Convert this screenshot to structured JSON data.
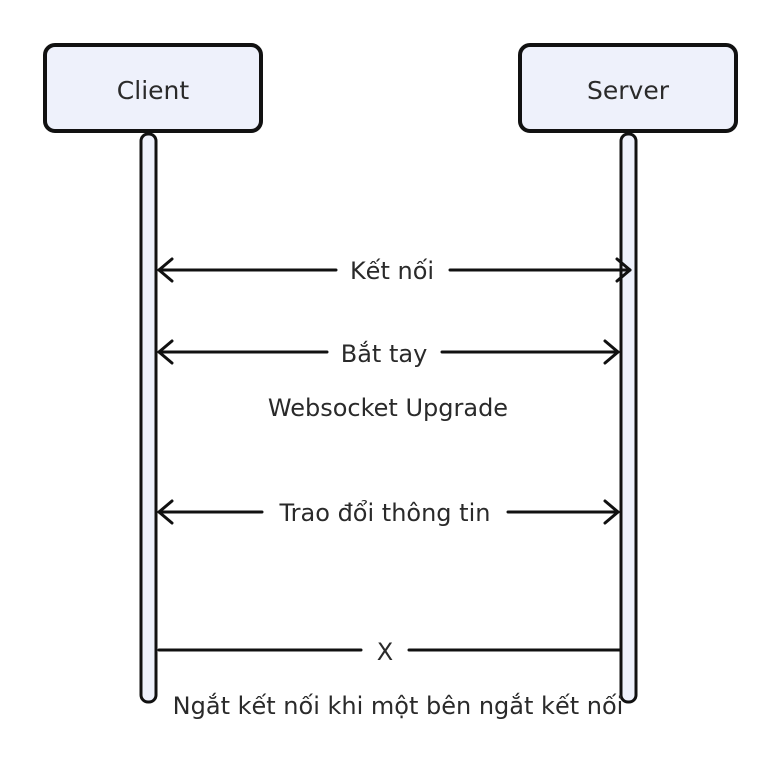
{
  "participants": {
    "client": "Client",
    "server": "Server"
  },
  "messages": {
    "connect": "Kết nối",
    "handshake": "Bắt tay",
    "handshake_note": "Websocket Upgrade",
    "exchange": "Trao đổi thông tin",
    "disconnect": "X",
    "disconnect_note": "Ngắt kết nối khi một bên ngắt kết nối"
  },
  "colors": {
    "box_fill": "#eef1fb",
    "stroke": "#111111",
    "text": "#2a2a2a"
  }
}
